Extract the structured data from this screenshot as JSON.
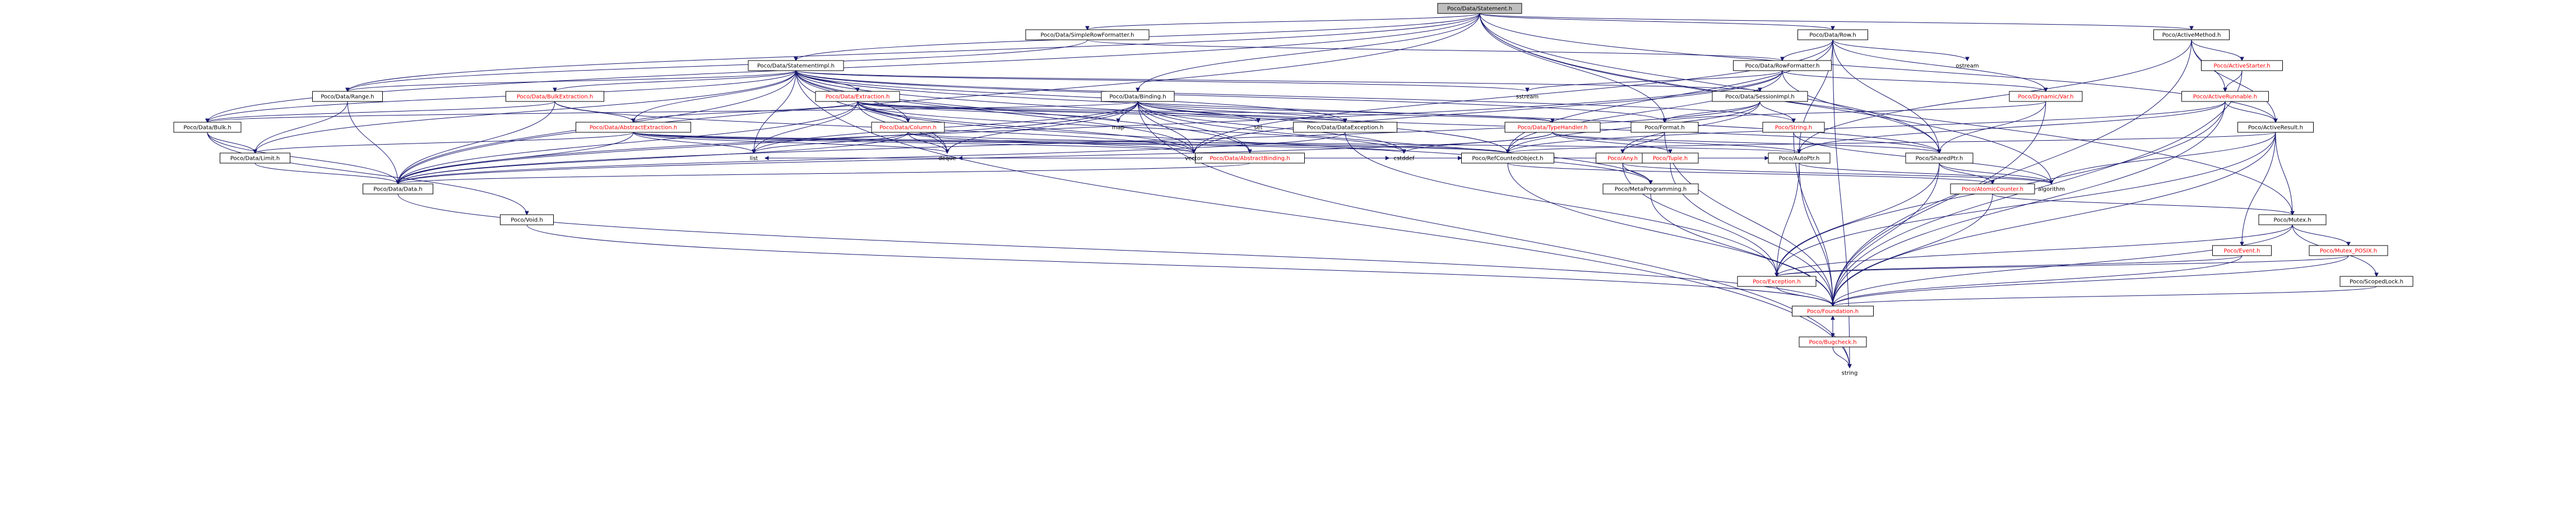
{
  "graph": {
    "root": "Poco/Data/Statement.h",
    "edge_color": "#191970",
    "colors": {
      "root_fill": "#bfbfbf",
      "node_fill": "#ffffff",
      "node_border": "#000000",
      "text_normal": "#000000",
      "text_incomplete": "#ff0000",
      "edge": "#191970"
    },
    "nodes": [
      {
        "id": "statement",
        "label": "Poco/Data/Statement.h",
        "style": "root"
      },
      {
        "id": "simplerowformatter",
        "label": "Poco/Data/SimpleRowFormatter.h",
        "style": "normal"
      },
      {
        "id": "row",
        "label": "Poco/Data/Row.h",
        "style": "normal"
      },
      {
        "id": "activemethod",
        "label": "Poco/ActiveMethod.h",
        "style": "normal"
      },
      {
        "id": "statementimpl",
        "label": "Poco/Data/StatementImpl.h",
        "style": "normal"
      },
      {
        "id": "rowformatter",
        "label": "Poco/Data/RowFormatter.h",
        "style": "normal"
      },
      {
        "id": "ostream",
        "label": "ostream",
        "style": "plain"
      },
      {
        "id": "activestarter",
        "label": "Poco/ActiveStarter.h",
        "style": "red"
      },
      {
        "id": "sessionimpl",
        "label": "Poco/Data/SessionImpl.h",
        "style": "normal"
      },
      {
        "id": "dynamicvar",
        "label": "Poco/Dynamic/Var.h",
        "style": "red"
      },
      {
        "id": "activerunnable",
        "label": "Poco/ActiveRunnable.h",
        "style": "red"
      },
      {
        "id": "binding",
        "label": "Poco/Data/Binding.h",
        "style": "normal"
      },
      {
        "id": "range",
        "label": "Poco/Data/Range.h",
        "style": "normal"
      },
      {
        "id": "bulkextraction",
        "label": "Poco/Data/BulkExtraction.h",
        "style": "red"
      },
      {
        "id": "extraction",
        "label": "Poco/Data/Extraction.h",
        "style": "red"
      },
      {
        "id": "sstream",
        "label": "sstream",
        "style": "plain"
      },
      {
        "id": "string_h",
        "label": "Poco/String.h",
        "style": "red"
      },
      {
        "id": "activeresult",
        "label": "Poco/ActiveResult.h",
        "style": "normal"
      },
      {
        "id": "bulk",
        "label": "Poco/Data/Bulk.h",
        "style": "normal"
      },
      {
        "id": "abstractextraction",
        "label": "Poco/Data/AbstractExtraction.h",
        "style": "red"
      },
      {
        "id": "column",
        "label": "Poco/Data/Column.h",
        "style": "red"
      },
      {
        "id": "map",
        "label": "map",
        "style": "plain"
      },
      {
        "id": "set",
        "label": "set",
        "style": "plain"
      },
      {
        "id": "dataexception",
        "label": "Poco/Data/DataException.h",
        "style": "normal"
      },
      {
        "id": "format",
        "label": "Poco/Format.h",
        "style": "normal"
      },
      {
        "id": "typehandler",
        "label": "Poco/Data/TypeHandler.h",
        "style": "red"
      },
      {
        "id": "abstractbinding",
        "label": "Poco/Data/AbstractBinding.h",
        "style": "red"
      },
      {
        "id": "limit",
        "label": "Poco/Data/Limit.h",
        "style": "normal"
      },
      {
        "id": "list",
        "label": "list",
        "style": "plain"
      },
      {
        "id": "deque",
        "label": "deque",
        "style": "plain"
      },
      {
        "id": "vector",
        "label": "vector",
        "style": "plain"
      },
      {
        "id": "cstddef",
        "label": "cstddef",
        "style": "plain"
      },
      {
        "id": "refcountedobject",
        "label": "Poco/RefCountedObject.h",
        "style": "normal"
      },
      {
        "id": "any",
        "label": "Poco/Any.h",
        "style": "red"
      },
      {
        "id": "tuple",
        "label": "Poco/Tuple.h",
        "style": "red"
      },
      {
        "id": "autoptr",
        "label": "Poco/AutoPtr.h",
        "style": "normal"
      },
      {
        "id": "sharedptr",
        "label": "Poco/SharedPtr.h",
        "style": "normal"
      },
      {
        "id": "data",
        "label": "Poco/Data/Data.h",
        "style": "normal"
      },
      {
        "id": "metaprogramming",
        "label": "Poco/MetaProgramming.h",
        "style": "normal"
      },
      {
        "id": "algorithm",
        "label": "algorithm",
        "style": "plain"
      },
      {
        "id": "atomiccounter",
        "label": "Poco/AtomicCounter.h",
        "style": "red"
      },
      {
        "id": "void_h",
        "label": "Poco/Void.h",
        "style": "normal"
      },
      {
        "id": "mutex",
        "label": "Poco/Mutex.h",
        "style": "normal"
      },
      {
        "id": "event",
        "label": "Poco/Event.h",
        "style": "red"
      },
      {
        "id": "mutexposix",
        "label": "Poco/Mutex_POSIX.h",
        "style": "red"
      },
      {
        "id": "exception",
        "label": "Poco/Exception.h",
        "style": "red"
      },
      {
        "id": "scopedlock",
        "label": "Poco/ScopedLock.h",
        "style": "normal"
      },
      {
        "id": "foundation",
        "label": "Poco/Foundation.h",
        "style": "red"
      },
      {
        "id": "bugcheck",
        "label": "Poco/Bugcheck.h",
        "style": "red"
      },
      {
        "id": "string",
        "label": "string",
        "style": "plain"
      }
    ],
    "edges": [
      [
        "statement",
        "simplerowformatter"
      ],
      [
        "statement",
        "row"
      ],
      [
        "statement",
        "activemethod"
      ],
      [
        "statement",
        "statementimpl"
      ],
      [
        "statement",
        "binding"
      ],
      [
        "statement",
        "range"
      ],
      [
        "statement",
        "bulk"
      ],
      [
        "statement",
        "format"
      ],
      [
        "statement",
        "sharedptr"
      ],
      [
        "statement",
        "algorithm"
      ],
      [
        "statement",
        "activeresult"
      ],
      [
        "statement",
        "data"
      ],
      [
        "statement",
        "mutex"
      ],
      [
        "simplerowformatter",
        "rowformatter"
      ],
      [
        "simplerowformatter",
        "range"
      ],
      [
        "row",
        "rowformatter"
      ],
      [
        "row",
        "ostream"
      ],
      [
        "row",
        "dynamicvar"
      ],
      [
        "row",
        "sharedptr"
      ],
      [
        "row",
        "vector"
      ],
      [
        "row",
        "string"
      ],
      [
        "row",
        "refcountedobject"
      ],
      [
        "row",
        "autoptr"
      ],
      [
        "activemethod",
        "activestarter"
      ],
      [
        "activemethod",
        "activerunnable"
      ],
      [
        "activemethod",
        "activeresult"
      ],
      [
        "activemethod",
        "autoptr"
      ],
      [
        "activemethod",
        "foundation"
      ],
      [
        "statementimpl",
        "sessionimpl"
      ],
      [
        "statementimpl",
        "sstream"
      ],
      [
        "statementimpl",
        "bulkextraction"
      ],
      [
        "statementimpl",
        "extraction"
      ],
      [
        "statementimpl",
        "range"
      ],
      [
        "statementimpl",
        "bulk"
      ],
      [
        "statementimpl",
        "abstractextraction"
      ],
      [
        "statementimpl",
        "column"
      ],
      [
        "statementimpl",
        "abstractbinding"
      ],
      [
        "statementimpl",
        "string_h"
      ],
      [
        "statementimpl",
        "format"
      ],
      [
        "statementimpl",
        "list"
      ],
      [
        "statementimpl",
        "deque"
      ],
      [
        "statementimpl",
        "vector"
      ],
      [
        "statementimpl",
        "refcountedobject"
      ],
      [
        "statementimpl",
        "sharedptr"
      ],
      [
        "statementimpl",
        "data"
      ],
      [
        "statementimpl",
        "string"
      ],
      [
        "statementimpl",
        "limit"
      ],
      [
        "statementimpl",
        "dataexception"
      ],
      [
        "rowformatter",
        "sstream"
      ],
      [
        "rowformatter",
        "dynamicvar"
      ],
      [
        "rowformatter",
        "sharedptr"
      ],
      [
        "rowformatter",
        "refcountedobject"
      ],
      [
        "rowformatter",
        "vector"
      ],
      [
        "rowformatter",
        "data"
      ],
      [
        "activestarter",
        "activerunnable"
      ],
      [
        "activestarter",
        "foundation"
      ],
      [
        "sessionimpl",
        "format"
      ],
      [
        "sessionimpl",
        "string_h"
      ],
      [
        "sessionimpl",
        "any"
      ],
      [
        "sessionimpl",
        "refcountedobject"
      ],
      [
        "sessionimpl",
        "data"
      ],
      [
        "dynamicvar",
        "format"
      ],
      [
        "dynamicvar",
        "sharedptr"
      ],
      [
        "dynamicvar",
        "foundation"
      ],
      [
        "activerunnable",
        "activeresult"
      ],
      [
        "activerunnable",
        "refcountedobject"
      ],
      [
        "activerunnable",
        "autoptr"
      ],
      [
        "activerunnable",
        "exception"
      ],
      [
        "activerunnable",
        "foundation"
      ],
      [
        "binding",
        "abstractbinding"
      ],
      [
        "binding",
        "dataexception"
      ],
      [
        "binding",
        "typehandler"
      ],
      [
        "binding",
        "bulk"
      ],
      [
        "binding",
        "map"
      ],
      [
        "binding",
        "set"
      ],
      [
        "binding",
        "list"
      ],
      [
        "binding",
        "deque"
      ],
      [
        "binding",
        "vector"
      ],
      [
        "binding",
        "cstddef"
      ],
      [
        "binding",
        "data"
      ],
      [
        "binding",
        "metaprogramming"
      ],
      [
        "binding",
        "sharedptr"
      ],
      [
        "binding",
        "string"
      ],
      [
        "range",
        "limit"
      ],
      [
        "range",
        "data"
      ],
      [
        "bulkextraction",
        "abstractextraction"
      ],
      [
        "bulkextraction",
        "bulk"
      ],
      [
        "bulkextraction",
        "vector"
      ],
      [
        "bulkextraction",
        "data"
      ],
      [
        "extraction",
        "abstractextraction"
      ],
      [
        "extraction",
        "dataexception"
      ],
      [
        "extraction",
        "typehandler"
      ],
      [
        "extraction",
        "column"
      ],
      [
        "extraction",
        "map"
      ],
      [
        "extraction",
        "set"
      ],
      [
        "extraction",
        "list"
      ],
      [
        "extraction",
        "deque"
      ],
      [
        "extraction",
        "vector"
      ],
      [
        "extraction",
        "cstddef"
      ],
      [
        "extraction",
        "data"
      ],
      [
        "extraction",
        "metaprogramming"
      ],
      [
        "string_h",
        "foundation"
      ],
      [
        "string_h",
        "algorithm"
      ],
      [
        "activeresult",
        "refcountedobject"
      ],
      [
        "activeresult",
        "mutex"
      ],
      [
        "activeresult",
        "event"
      ],
      [
        "activeresult",
        "exception"
      ],
      [
        "activeresult",
        "foundation"
      ],
      [
        "activeresult",
        "algorithm"
      ],
      [
        "bulk",
        "limit"
      ],
      [
        "bulk",
        "void_h"
      ],
      [
        "bulk",
        "data"
      ],
      [
        "abstractextraction",
        "limit"
      ],
      [
        "abstractextraction",
        "autoptr"
      ],
      [
        "abstractextraction",
        "refcountedobject"
      ],
      [
        "abstractextraction",
        "list"
      ],
      [
        "abstractextraction",
        "deque"
      ],
      [
        "abstractextraction",
        "vector"
      ],
      [
        "abstractextraction",
        "cstddef"
      ],
      [
        "abstractextraction",
        "data"
      ],
      [
        "column",
        "refcountedobject"
      ],
      [
        "column",
        "vector"
      ],
      [
        "column",
        "list"
      ],
      [
        "column",
        "deque"
      ],
      [
        "column",
        "data"
      ],
      [
        "dataexception",
        "exception"
      ],
      [
        "dataexception",
        "data"
      ],
      [
        "format",
        "any"
      ],
      [
        "format",
        "foundation"
      ],
      [
        "typehandler",
        "tuple"
      ],
      [
        "typehandler",
        "autoptr"
      ],
      [
        "typehandler",
        "sharedptr"
      ],
      [
        "typehandler",
        "cstddef"
      ],
      [
        "typehandler",
        "data"
      ],
      [
        "abstractbinding",
        "autoptr"
      ],
      [
        "abstractbinding",
        "refcountedobject"
      ],
      [
        "abstractbinding",
        "deque"
      ],
      [
        "abstractbinding",
        "list"
      ],
      [
        "abstractbinding",
        "vector"
      ],
      [
        "abstractbinding",
        "cstddef"
      ],
      [
        "abstractbinding",
        "data"
      ],
      [
        "limit",
        "data"
      ],
      [
        "refcountedobject",
        "foundation"
      ],
      [
        "refcountedobject",
        "atomiccounter"
      ],
      [
        "any",
        "algorithm"
      ],
      [
        "any",
        "metaprogramming"
      ],
      [
        "any",
        "exception"
      ],
      [
        "tuple",
        "foundation"
      ],
      [
        "autoptr",
        "exception"
      ],
      [
        "autoptr",
        "algorithm"
      ],
      [
        "autoptr",
        "foundation"
      ],
      [
        "sharedptr",
        "exception"
      ],
      [
        "sharedptr",
        "atomiccounter"
      ],
      [
        "sharedptr",
        "algorithm"
      ],
      [
        "sharedptr",
        "foundation"
      ],
      [
        "data",
        "foundation"
      ],
      [
        "metaprogramming",
        "foundation"
      ],
      [
        "atomiccounter",
        "foundation"
      ],
      [
        "atomiccounter",
        "mutex"
      ],
      [
        "void_h",
        "foundation"
      ],
      [
        "mutex",
        "exception"
      ],
      [
        "mutex",
        "scopedlock"
      ],
      [
        "mutex",
        "mutexposix"
      ],
      [
        "mutex",
        "foundation"
      ],
      [
        "event",
        "exception"
      ],
      [
        "event",
        "foundation"
      ],
      [
        "mutexposix",
        "exception"
      ],
      [
        "mutexposix",
        "foundation"
      ],
      [
        "exception",
        "foundation"
      ],
      [
        "scopedlock",
        "foundation"
      ],
      [
        "foundation",
        "bugcheck"
      ],
      [
        "bugcheck",
        "foundation"
      ],
      [
        "bugcheck",
        "string"
      ]
    ]
  }
}
